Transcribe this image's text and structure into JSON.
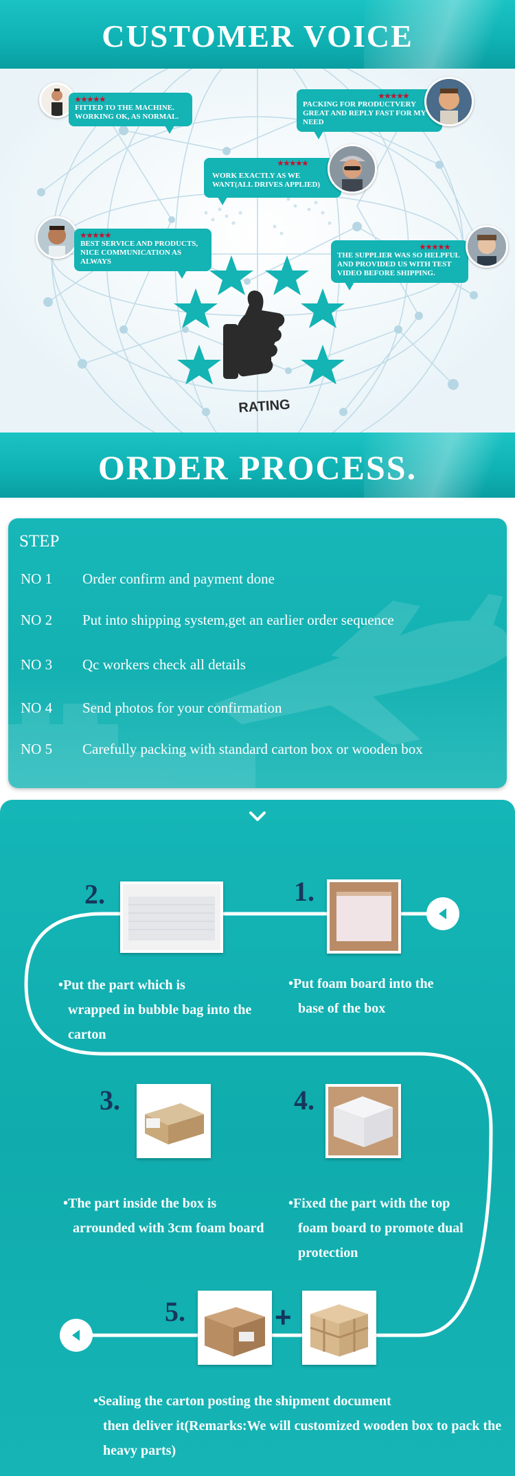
{
  "customer_voice": {
    "title": "CUSTOMER VOICE",
    "reviews": [
      {
        "stars": "★★★★★",
        "text": "FITTED TO THE MACHINE. WORKING OK, AS NORMAL."
      },
      {
        "stars": "★★★★★",
        "text": "PACKING FOR PRODUCTVERY GREAT AND REPLY FAST FOR MY NEED"
      },
      {
        "stars": "★★★★★",
        "text": "WORK EXACTLY AS WE WANT(ALL DRIVES APPLIED)"
      },
      {
        "stars": "★★★★★",
        "text": "BEST SERVICE AND PRODUCTS, NICE COMMUNICATION AS ALWAYS"
      },
      {
        "stars": "★★★★★",
        "text": "THE SUPPLIER WAS SO HELPFUL AND PROVIDED US WITH TEST VIDEO BEFORE SHIPPING."
      }
    ],
    "rating_label": "RATING"
  },
  "order_process": {
    "title": "ORDER PROCESS.",
    "step_heading": "STEP",
    "steps": [
      {
        "no": "NO 1",
        "text": "Order confirm and payment done"
      },
      {
        "no": "NO 2",
        "text": "Put into shipping system,get an earlier order sequence"
      },
      {
        "no": "NO 3",
        "text": "Qc workers check all details"
      },
      {
        "no": "NO 4",
        "text": "Send photos for your confirmation"
      },
      {
        "no": "NO 5",
        "text": "Carefully packing with standard carton box or wooden box"
      }
    ]
  },
  "packing": {
    "steps": [
      {
        "num": "1.",
        "bullet": "•",
        "line1": "Put foam board into the",
        "rest": "base of the box"
      },
      {
        "num": "2.",
        "bullet": "•",
        "line1": "Put the part which is",
        "rest": "wrapped in bubble bag into the carton"
      },
      {
        "num": "3.",
        "bullet": "•",
        "line1": "The part inside the box is",
        "rest": "arrounded with 3cm foam board"
      },
      {
        "num": "4.",
        "bullet": "•",
        "line1": "Fixed the part with the top",
        "rest": "foam board to promote dual protection"
      },
      {
        "num": "5.",
        "bullet": "•",
        "line1": "Sealing the carton posting the shipment document",
        "rest": "then deliver it(Remarks:We will customized wooden box to pack the heavy parts)"
      }
    ],
    "plus": "+"
  },
  "colors": {
    "teal": "#14b3b4",
    "navy": "#16375c",
    "star_red": "#c8102e"
  }
}
